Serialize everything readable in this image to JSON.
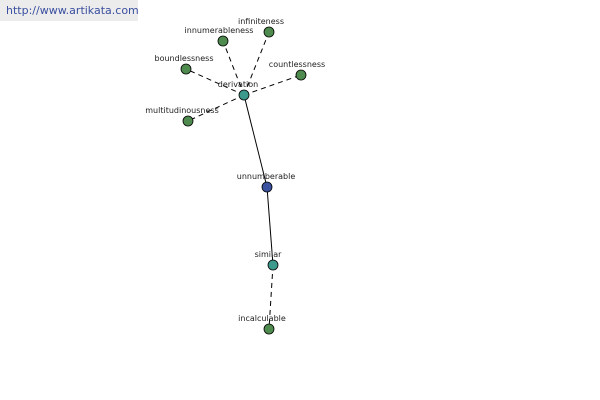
{
  "banner": {
    "text": "http://www.artikata.com"
  },
  "colors": {
    "leaf": "#4f8a4f",
    "hub": "#3c9a8c",
    "center": "#3a52a0"
  },
  "graph": {
    "nodes": [
      {
        "id": "infiniteness",
        "label": "infiniteness",
        "role": "leaf"
      },
      {
        "id": "innumerableness",
        "label": "innumerableness",
        "role": "leaf"
      },
      {
        "id": "boundlessness",
        "label": "boundlessness",
        "role": "leaf"
      },
      {
        "id": "countlessness",
        "label": "countlessness",
        "role": "leaf"
      },
      {
        "id": "derivation",
        "label": "derivation",
        "role": "hub"
      },
      {
        "id": "multitudinousness",
        "label": "multitudinousness",
        "role": "leaf"
      },
      {
        "id": "unnumberable",
        "label": "unnumberable",
        "role": "center"
      },
      {
        "id": "similar",
        "label": "similar",
        "role": "hub"
      },
      {
        "id": "incalculable",
        "label": "incalculable",
        "role": "leaf"
      }
    ],
    "edges": [
      {
        "from": "derivation",
        "to": "infiniteness",
        "style": "dashed"
      },
      {
        "from": "derivation",
        "to": "innumerableness",
        "style": "dashed"
      },
      {
        "from": "derivation",
        "to": "boundlessness",
        "style": "dashed"
      },
      {
        "from": "derivation",
        "to": "countlessness",
        "style": "dashed"
      },
      {
        "from": "derivation",
        "to": "multitudinousness",
        "style": "dashed"
      },
      {
        "from": "unnumberable",
        "to": "derivation",
        "style": "solid"
      },
      {
        "from": "unnumberable",
        "to": "similar",
        "style": "solid"
      },
      {
        "from": "similar",
        "to": "incalculable",
        "style": "dashed"
      }
    ]
  }
}
